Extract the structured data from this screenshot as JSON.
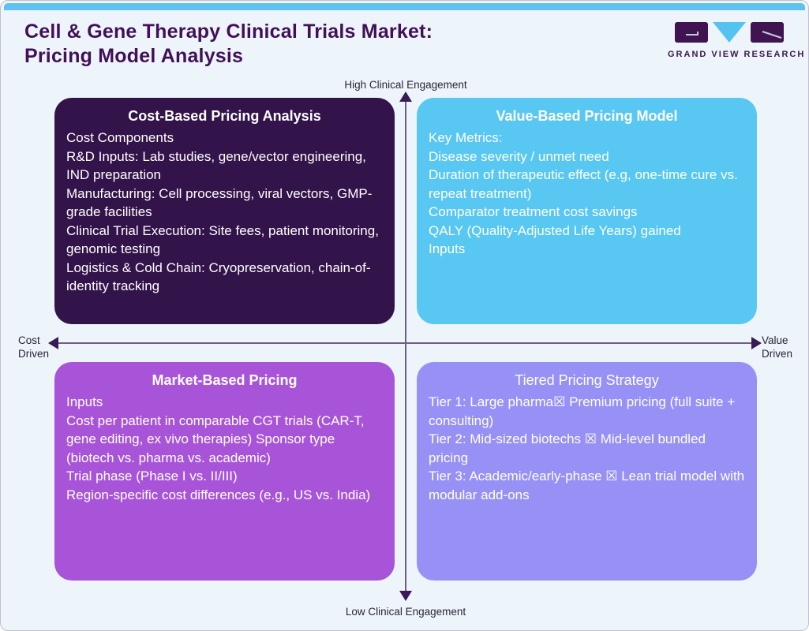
{
  "page": {
    "title_line1": "Cell & Gene Therapy Clinical Trials Market:",
    "title_line2": "Pricing Model Analysis"
  },
  "logo": {
    "text": "GRAND VIEW RESEARCH"
  },
  "axes": {
    "top_label": "High Clinical Engagement",
    "bottom_label": "Low Clinical Engagement",
    "left_label_line1": "Cost",
    "left_label_line2": "Driven",
    "right_label_line1": "Value",
    "right_label_line2": "Driven"
  },
  "quadrants": {
    "cost_based": {
      "title": "Cost-Based Pricing Analysis",
      "color": "#33144a",
      "lines": [
        "Cost Components",
        "R&D Inputs: Lab studies, gene/vector engineering, IND preparation",
        "Manufacturing: Cell processing, viral vectors, GMP-grade facilities",
        "Clinical Trial Execution: Site fees, patient monitoring, genomic testing",
        "Logistics & Cold Chain: Cryopreservation, chain-of-identity tracking"
      ]
    },
    "value_based": {
      "title": "Value-Based Pricing Model",
      "color": "#58c7f2",
      "lines": [
        "Key Metrics:",
        "Disease severity / unmet need",
        "Duration of therapeutic effect (e.g, one-time cure vs. repeat treatment)",
        "Comparator treatment cost savings",
        "QALY (Quality-Adjusted Life Years) gained",
        "Inputs"
      ]
    },
    "market_based": {
      "title": "Market-Based Pricing",
      "color": "#a854d9",
      "lines": [
        "Inputs",
        "Cost per patient in comparable CGT trials (CAR-T, gene editing, ex vivo therapies) Sponsor type (biotech vs. pharma vs. academic)",
        "Trial phase (Phase I vs. II/III)",
        "Region-specific cost differences (e.g., US vs. India)"
      ]
    },
    "tiered": {
      "title": "Tiered Pricing Strategy",
      "color": "#9791f5",
      "lines": [
        "Tier 1: Large pharma☒ Premium pricing (full suite + consulting)",
        "Tier 2: Mid-sized biotechs ☒ Mid-level bundled pricing",
        "Tier 3: Academic/early-phase ☒ Lean trial model with modular add-ons"
      ]
    }
  },
  "colors": {
    "background": "#edf5fa",
    "top_bar": "#5fc2ee",
    "title_text": "#411057",
    "axis_line": "#6e5e82",
    "arrow": "#3a1a55",
    "logo_dark": "#3f1450",
    "logo_blue": "#55c3f0"
  }
}
